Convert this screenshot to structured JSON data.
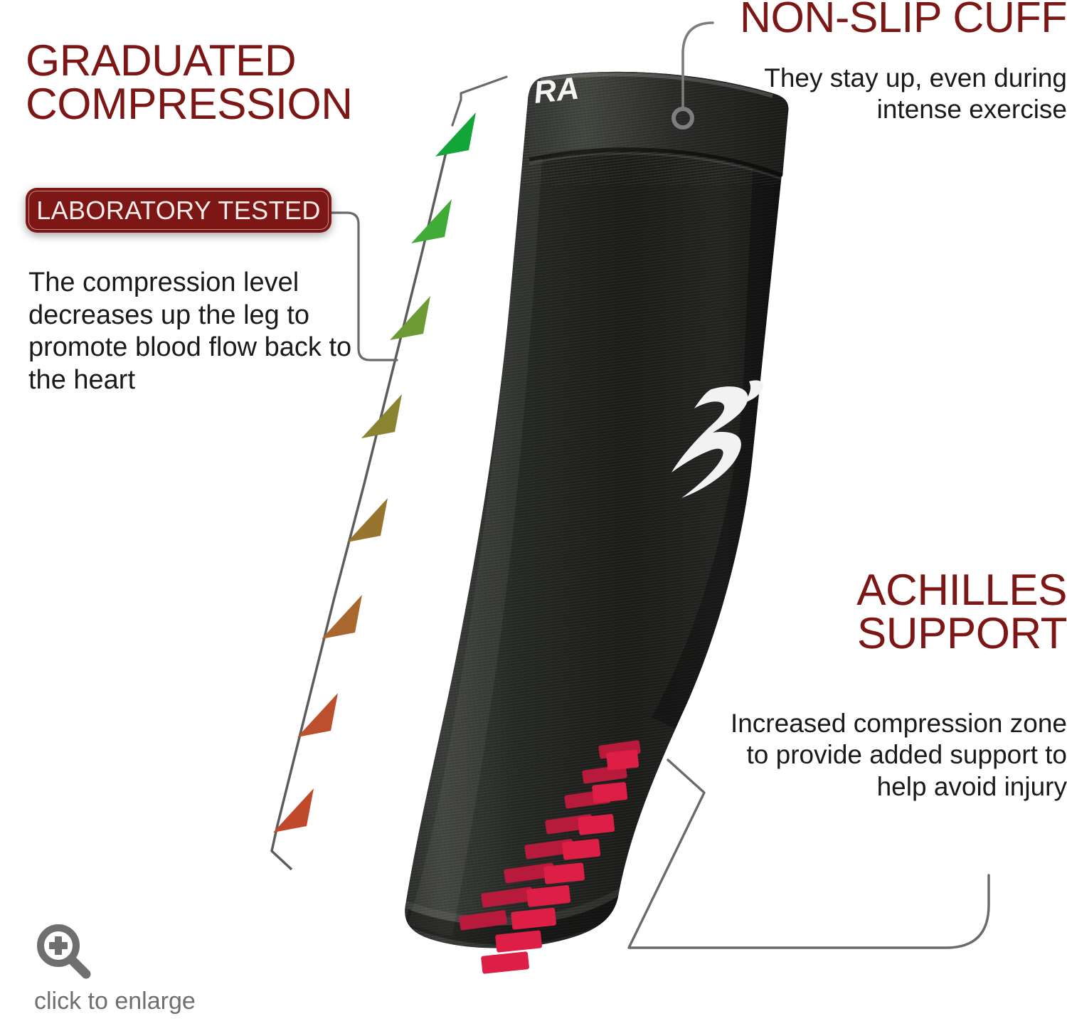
{
  "image": {
    "kind": "product-feature-infographic",
    "subject": "black calf compression sleeve",
    "background_color": "#ffffff"
  },
  "colors": {
    "heading_red": "#7d1715",
    "badge_background": "#7d1715",
    "badge_text": "#f7ece9",
    "body_text": "#1a1a1a",
    "leader_line": "#6a6a6a",
    "enlarge_gray": "#6f6f6f",
    "sleeve_black": "#20211f",
    "achilles_stripe_red": "#c8193f",
    "arrow_gradient_top": "#13a538",
    "arrow_gradient_bottom": "#c24a2a"
  },
  "callouts": {
    "graduated": {
      "heading_line_1": "GRADUATED",
      "heading_line_2": "COMPRESSION",
      "badge_label": "LABORATORY TESTED",
      "body": "The compression level decreases up the leg to promote blood flow back to the heart"
    },
    "non_slip_cuff": {
      "heading": "NON-SLIP CUFF",
      "body": "They stay up, even during intense exercise"
    },
    "achilles": {
      "heading_line_1": "ACHILLES",
      "heading_line_2": "SUPPORT",
      "body": "Increased compression zone to provide added support to help avoid injury"
    }
  },
  "enlarge_control": {
    "label": "click to enlarge",
    "icon": "magnifier-plus-icon"
  },
  "compression_arrows": {
    "description": "Ascending arrow trail showing compression level decreasing up the leg",
    "direction": "upward",
    "count": 8,
    "colors_bottom_to_top": [
      "#c0492c",
      "#bb4f2e",
      "#a9662f",
      "#97752f",
      "#8a8431",
      "#6e9a33",
      "#40ab36",
      "#13a538"
    ]
  },
  "achilles_stripes": {
    "description": "Row of red horizontal dashes along the Achilles zone",
    "count": 9,
    "color": "#c8193f"
  },
  "product": {
    "cuff_text_fragment": "RA",
    "logo": "brand-swoosh-logo"
  }
}
